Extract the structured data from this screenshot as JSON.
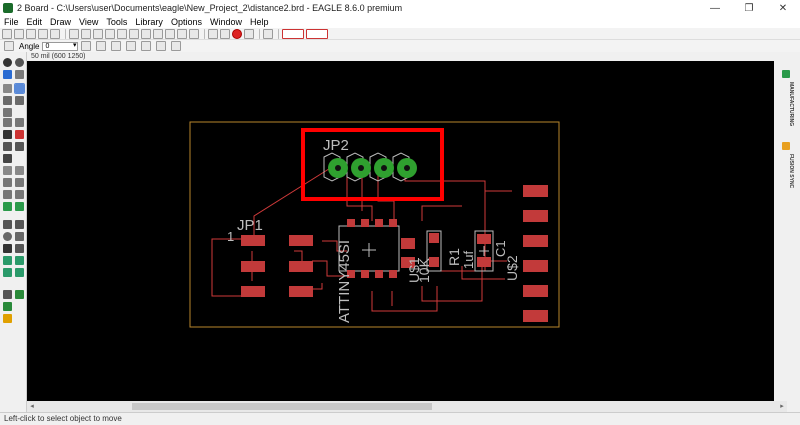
{
  "window": {
    "title": "2 Board - C:\\Users\\user\\Documents\\eagle\\New_Project_2\\distance2.brd - EAGLE 8.6.0 premium",
    "minimize": "—",
    "maximize": "❐",
    "close": "✕"
  },
  "menu": [
    "File",
    "Edit",
    "Draw",
    "View",
    "Tools",
    "Library",
    "Options",
    "Window",
    "Help"
  ],
  "params": {
    "angle_label": "Angle",
    "angle_value": "0"
  },
  "coordinate_readout": "50 mil (600 1250)",
  "board": {
    "parts": {
      "jp2": "JP2",
      "jp1": "JP1",
      "jp1_pin": "1",
      "ic": "ATTINY45SI",
      "ic_ref": "U$1",
      "r1": "R1",
      "r1_value": "10K",
      "c1": "C1",
      "c1_value": "1uf",
      "u2": "U$2"
    }
  },
  "right_panel": {
    "tab1": "MANUFACTURING",
    "tab2": "FUSION SYNC"
  },
  "colors": {
    "board_outline": "#b8862c",
    "copper": "#d03a3a",
    "pad_green": "#2fa02f",
    "silkscreen": "#bdbdbd",
    "highlight": "#ff0000"
  },
  "status": "Left-click to select object to move"
}
